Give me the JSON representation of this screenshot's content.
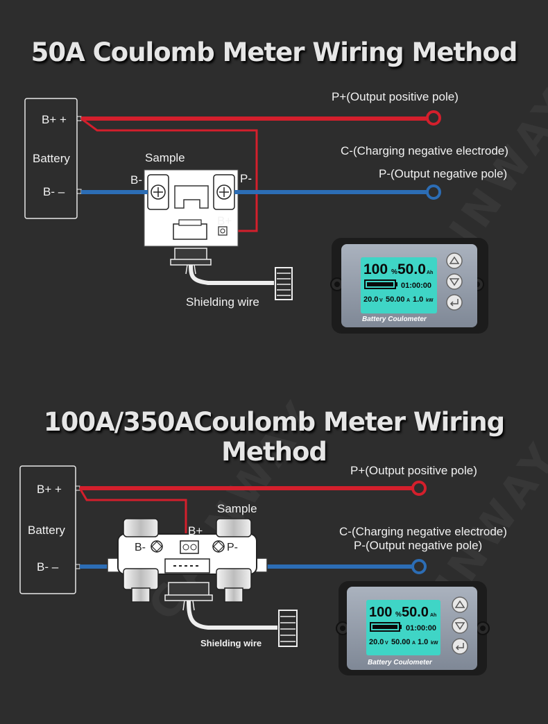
{
  "section1": {
    "title": "50A Coulomb Meter Wiring Method",
    "battery_label": "Battery",
    "bplus_label": "B+ +",
    "bminus_label": "B- –",
    "sample_label": "Sample",
    "shunt_bminus": "B-",
    "shunt_pminus": "P-",
    "shunt_bplus": "B+",
    "p_plus_label": "P+(Output positive pole)",
    "c_minus_label": "C-(Charging negative electrode)",
    "p_minus_label": "P-(Output negative pole)",
    "shielding_label": "Shielding wire"
  },
  "section2": {
    "title": "100A/350ACoulomb Meter Wiring Method",
    "battery_label": "Battery",
    "bplus_label": "B+ +",
    "bminus_label": "B- –",
    "sample_label": "Sample",
    "shunt_bminus": "B-",
    "shunt_pminus": "P-",
    "shunt_bplus": "B+",
    "p_plus_label": "P+(Output positive pole)",
    "c_minus_label": "C-(Charging negative electrode)",
    "p_minus_label": "P-(Output negative pole)",
    "shielding_label": "Shielding wire"
  },
  "meter": {
    "percent": "100",
    "percent_unit": "%",
    "capacity": "50.0",
    "capacity_unit": "Ah",
    "time": "01:00:00",
    "voltage": "20.0",
    "voltage_unit": "V",
    "current": "50.00",
    "current_unit": "A",
    "power": "1.0",
    "power_unit": "kW",
    "brand_label": "Battery Coulometer",
    "buttons": [
      "up-icon",
      "down-icon",
      "enter-icon"
    ]
  },
  "watermark": "GAINWAY",
  "colors": {
    "background": "#2d2d2d",
    "positive_wire": "#d41f2c",
    "negative_wire": "#2c6db5",
    "lcd": "#3fd5c6",
    "device_body": "#9aa3b0"
  }
}
